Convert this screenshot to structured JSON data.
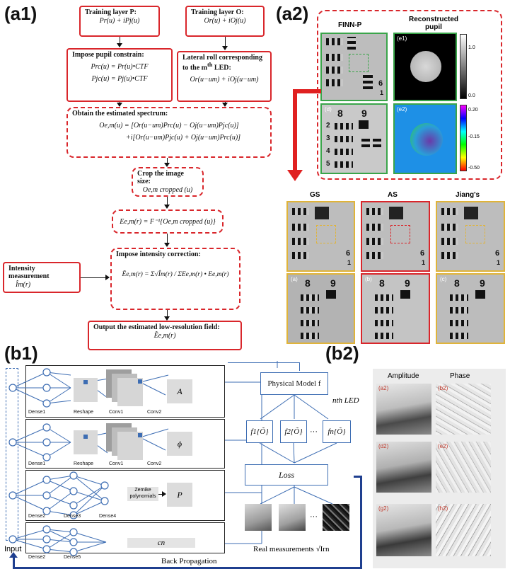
{
  "panels": {
    "a1": "(a1)",
    "a2": "(a2)",
    "b1": "(b1)",
    "b2": "(b2)"
  },
  "a1": {
    "train_p_head": "Training layer P:",
    "train_p_eq": "Pr(u) + iPj(u)",
    "train_o_head": "Training layer O:",
    "train_o_eq": "Or(u) + iOj(u)",
    "pupil_head": "Impose pupil constrain:",
    "pupil_eq1": "Prc(u) = Pr(u)•CTF",
    "pupil_eq2": "Pjc(u) = Pj(u)•CTF",
    "lateral_head": "Lateral roll corresponding to the m",
    "lateral_sup": "th",
    "lateral_tail": " LED:",
    "lateral_eq": "Or(u−um) + iOj(u−um)",
    "spectrum_head": "Obtain the estimated spectrum:",
    "spectrum_eq1": "Oe,m(u) = [Or(u−um)Prc(u) − Oj(u−um)Pjc(u)]",
    "spectrum_eq2": "+i[Or(u−um)Pjc(u) + Oj(u−um)Prc(u)]",
    "crop_head": "Crop the image size:",
    "crop_eq": "Oe,m cropped (u)",
    "e_eq": "Ee,m(r) = F⁻¹{Oe,m cropped (u)}",
    "intensity_meas_head": "Intensity measurement",
    "intensity_meas_eq": "Îm(r)",
    "correction_head": "Impose intensity correction:",
    "correction_eq": "Ẽe,m(r) = Σ√Îm(r) / ΣEe,m(r) • Ee,m(r)",
    "output_head": "Output the estimated low-resolution field:",
    "output_eq": "Ẽe,m(r)"
  },
  "a2": {
    "finn_label": "FINN-P",
    "recon_label": "Reconstructed pupil",
    "e1": "(e1)",
    "e2": "(e2)",
    "d": "(d)",
    "cbar1_ticks": [
      "1.0",
      "0.0"
    ],
    "cbar2_ticks": [
      "0.20",
      "-0.15",
      "-0.50"
    ],
    "gs": "GS",
    "as": "AS",
    "jiang": "Jiang's",
    "a": "(a)",
    "b": "(b)",
    "c": "(c)",
    "digits": {
      "d8": "8",
      "d9": "9",
      "n2": "2",
      "n3": "3",
      "n4": "4",
      "n5": "5",
      "n6": "6",
      "n1": "1"
    }
  },
  "b1": {
    "dense1": "Dense1",
    "reshape": "Reshape",
    "conv1": "Conv1",
    "conv2": "Conv2",
    "dense2": "Dense2",
    "dense3": "Dense3",
    "dense4": "Dense4",
    "dense5": "Dense5",
    "A": "A",
    "phi": "ϕ",
    "P": "P",
    "cn": "cn",
    "zernike": "Zernike polynomials",
    "physical_model": "Physical Model f",
    "nth_led": "nth LED",
    "f1": "f1{Õ}",
    "f2": "f2{Õ}",
    "fn": "fn{Õ}",
    "dots": "···",
    "loss": "Loss",
    "real_meas": "Real measurements √Irn",
    "backprop": "Back Propagation",
    "input": "Input"
  },
  "b2": {
    "amplitude": "Amplitude",
    "phase": "Phase",
    "tags": [
      "(a2)",
      "(b2)",
      "(d2)",
      "(e2)",
      "(g2)",
      "(h2)"
    ]
  },
  "colors": {
    "red": "#d9262b",
    "green": "#3aa54a",
    "yellow": "#e0b43a",
    "blue": "#3d6db3",
    "navy": "#1f3f8f"
  }
}
